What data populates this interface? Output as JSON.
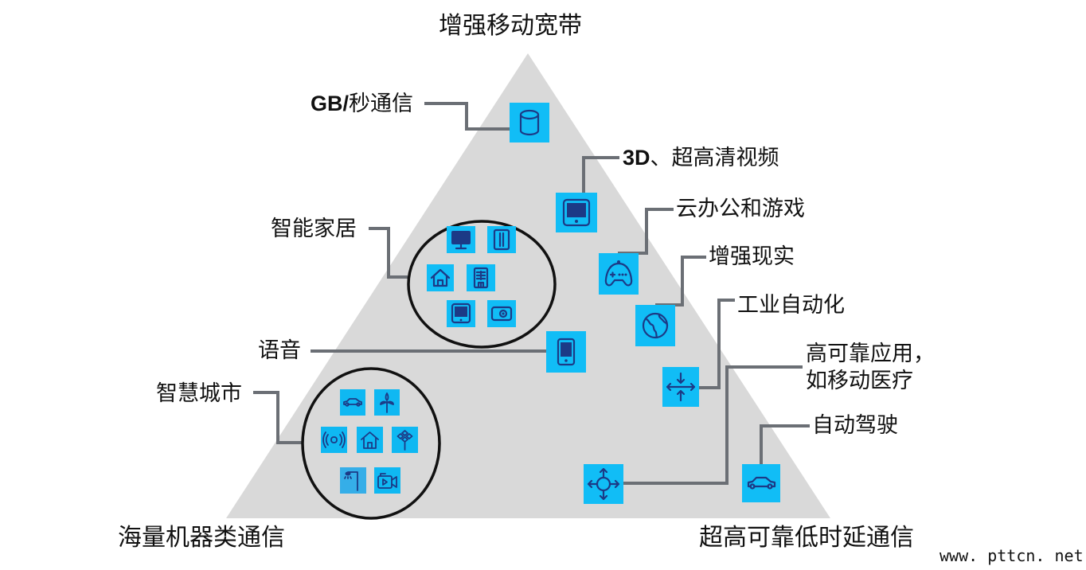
{
  "title": "5G三大应用场景",
  "corners": {
    "top": "增强移动宽带",
    "bottom_left": "海量机器类通信",
    "bottom_right": "超高可靠低时延通信"
  },
  "colors": {
    "triangle": "#d9d9d9",
    "icon_bg": "#11bdf6",
    "icon_glyph": "#1c3a86",
    "connector": "#6b6f75",
    "circle": "#111111"
  },
  "labels": {
    "gbps": {
      "bold_part": "GB/",
      "rest": "秒通信"
    },
    "video": {
      "bold_part": "3D",
      "rest": "、超高清视频"
    },
    "cloud_gaming": "云办公和游戏",
    "ar": "增强现实",
    "industrial": "工业自动化",
    "high_reliability": "高可靠应用，\n如移动医疗",
    "autonomous": "自动驾驶",
    "smart_home": "智能家居",
    "voice": "语音",
    "smart_city": "智慧城市"
  },
  "icons": {
    "gbps": "database-icon",
    "video": "tablet-icon",
    "cloud_gaming": "gamepad-icon",
    "ar": "globe-icon",
    "industrial": "arrows-converge-icon",
    "high_reliability": "compass-arrows-icon",
    "autonomous": "car-icon",
    "voice": "smartphone-icon",
    "smart_home": [
      "monitor-icon",
      "refrigerator-icon",
      "house-icon",
      "building-icon",
      "tablet-icon",
      "camera-icon"
    ],
    "smart_city": [
      "car-icon",
      "wind-turbine-icon",
      "signal-icon",
      "house-icon",
      "solar-tree-icon",
      "street-lamp-icon",
      "video-camera-icon"
    ]
  },
  "watermark": "www. pttcn. net"
}
